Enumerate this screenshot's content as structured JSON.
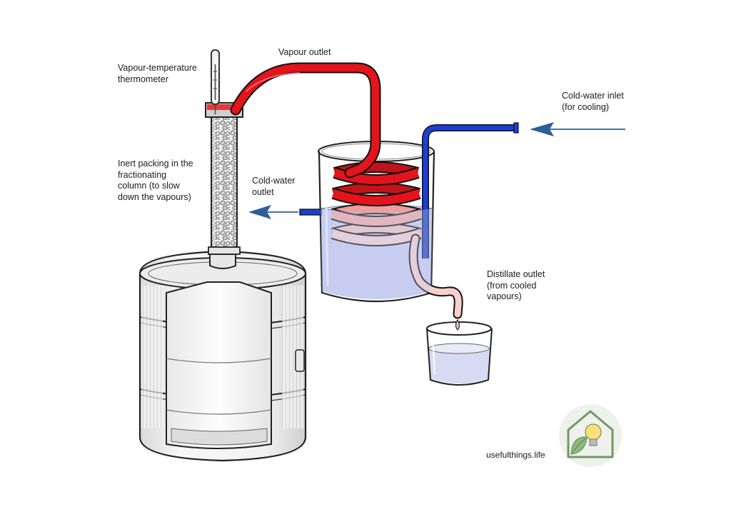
{
  "labels": {
    "thermometer": "Vapour-temperature\nthermometer",
    "vapour_outlet": "Vapour outlet",
    "cold_water_inlet": "Cold-water inlet\n(for cooling)",
    "packing": "Inert packing in the\nfractionating\ncolumn (to slow\ndown the vapours)",
    "cold_water_outlet": "Cold-water\noutlet",
    "distillate_outlet": "Distillate outlet\n(from cooled\nvapours)"
  },
  "watermark": "usefulthings.life",
  "colors": {
    "hot_pipe": "#e3141b",
    "cold_pipe": "#1d3fd1",
    "cool_coil": "#f3b3b0",
    "water": "#c7cdf0",
    "arrow": "#2e5f96",
    "logo_green": "#6e9a62",
    "logo_bulb": "#f6e27a"
  },
  "icons": {
    "flow_in": "arrow-left-icon",
    "flow_out": "arrow-left-icon",
    "logo": "house-lightbulb-icon"
  }
}
